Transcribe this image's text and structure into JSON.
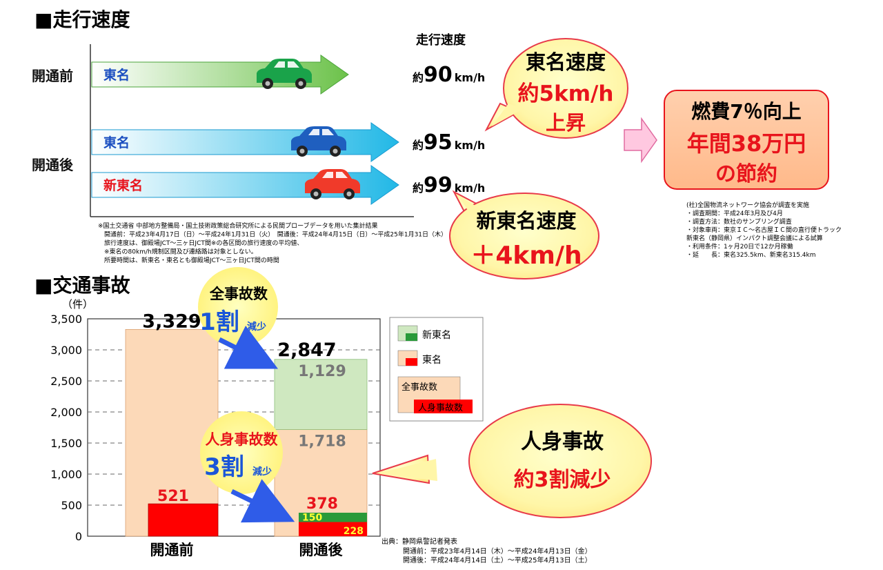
{
  "speed_section": {
    "heading": "■走行速度",
    "column_header": "走行速度",
    "label_before": "開通前",
    "label_after": "開通後",
    "rows": [
      {
        "road": "東名",
        "prefix": "約",
        "value": 90,
        "unit": "km/h",
        "period": "before",
        "car_color": "#1aa34a"
      },
      {
        "road": "東名",
        "prefix": "約",
        "value": 95,
        "unit": "km/h",
        "period": "after",
        "car_color": "#1f5fbf"
      },
      {
        "road": "新東名",
        "prefix": "約",
        "value": 99,
        "unit": "km/h",
        "period": "after",
        "car_color": "#f03a2a"
      }
    ],
    "notes": [
      "※国土交通省 中部地方整備局・国土技術政策総合研究所による民間プローブデータを用いた集計結果",
      "開通前：平成23年4月17日（日）～平成24年1月31日（火）　開通後：平成24年4月15日（日）～平成25年1月31日（木）",
      "旅行速度は、御殿場JCT～三ヶ日JCT間※の各区間の旅行速度の平均値、",
      "※東名の80km/h規制区間及び連絡路は対象としない。",
      "所要時間は、新東名・東名とも御殿場JCT～三ヶ日JCT間の時間"
    ],
    "bubble_tomei": {
      "line1": "東名速度",
      "line2": "約5km/h",
      "line3": "上昇"
    },
    "bubble_shintomei": {
      "line1": "新東名速度",
      "line2": "＋4km/h"
    },
    "fuel_box": {
      "line1": "燃費7％向上",
      "line2": "年間38万円",
      "line3": "の節約"
    },
    "fuel_notes": [
      "(社)全国物流ネットワーク協会が調査を実施",
      "・調査期間：平成24年3月及び4月",
      "・調査方法：数社のサンプリング調査",
      "・対象車両：東京ＩＣ～名古屋ＩＣ間の直行便トラック",
      "新東名（静岡県）インパクト調整会議による試算",
      "・利用条件：1ヶ月20日で12か月稼働",
      "・延　　長：東名325.5km、新東名315.4km"
    ]
  },
  "accident_section": {
    "heading": "■交通事故",
    "bubble_total": {
      "line1": "全事故数",
      "big": "1割",
      "small": "減少"
    },
    "bubble_injury": {
      "line1": "人身事故数",
      "big": "3割",
      "small": "減少"
    },
    "bubble_summary": {
      "line1": "人身事故",
      "line2": "約3割減少"
    },
    "legend": {
      "shintomei": "新東名",
      "tomei": "東名",
      "total": "全事故数",
      "injury": "人身事故数"
    },
    "source": {
      "line1": "出典：静岡県警記者発表",
      "line2": "開通前：平成23年4月14日（木）～平成24年4月13日（金）",
      "line3": "開通後：平成24年4月14日（土）～平成25年4月13日（土）"
    }
  },
  "chart_data": {
    "type": "bar",
    "stacked": true,
    "categories": [
      "開通前",
      "開通後"
    ],
    "ylabel": "（件）",
    "ylim": [
      0,
      3500
    ],
    "yticks": [
      0,
      500,
      1000,
      1500,
      2000,
      2500,
      3000,
      3500
    ],
    "ytick_labels": [
      "0",
      "500",
      "1,000",
      "1,500",
      "2,000",
      "2,500",
      "3,000",
      "3,500"
    ],
    "grid": true,
    "series": [
      {
        "name": "東名",
        "values": [
          3329,
          1718
        ],
        "color": "#fcd9b8"
      },
      {
        "name": "新東名",
        "values": [
          0,
          1129
        ],
        "color": "#cfe8c0"
      }
    ],
    "injury_series": [
      {
        "name": "東名",
        "values": [
          521,
          228
        ],
        "color": "#ff0000"
      },
      {
        "name": "新東名",
        "values": [
          0,
          150
        ],
        "color": "#2a9a3a"
      }
    ],
    "totals": [
      3329,
      2847
    ],
    "total_labels": [
      "3,329",
      "2,847"
    ],
    "segment_labels": {
      "tomei_after": "1,718",
      "shintomei_after": "1,129"
    },
    "injury_labels": {
      "before": "521",
      "after_total": "378",
      "after_shintomei": "150",
      "after_tomei": "228"
    }
  }
}
